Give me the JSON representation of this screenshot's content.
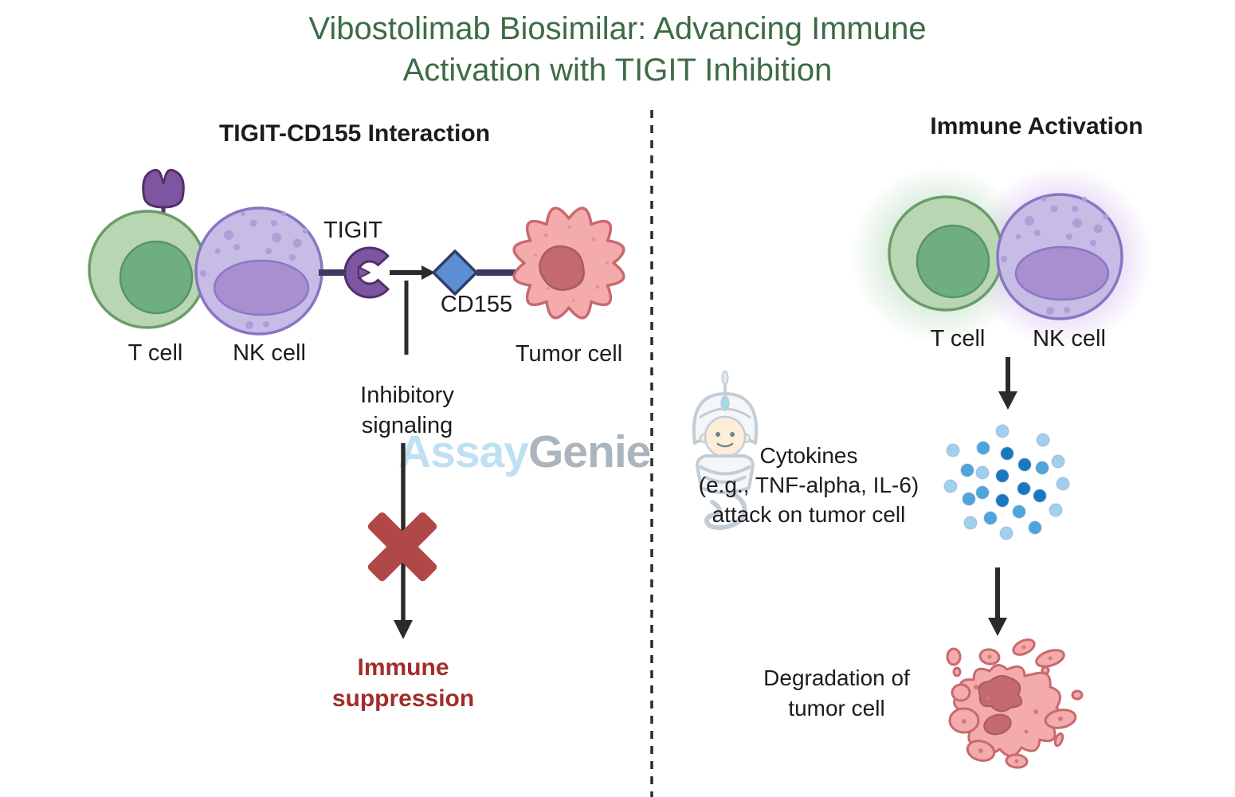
{
  "title": {
    "line1": "Vibostolimab Biosimilar: Advancing Immune",
    "line2": "Activation with TIGIT Inhibition"
  },
  "left_panel": {
    "heading": "TIGIT-CD155 Interaction",
    "receptor_label": "TIGIT",
    "ligand_label": "CD155",
    "t_cell_label": "T cell",
    "nk_cell_label": "NK cell",
    "tumor_cell_label": "Tumor cell",
    "signal_line1": "Inhibitory",
    "signal_line2": "signaling",
    "outcome_line1": "Immune",
    "outcome_line2": "suppression"
  },
  "right_panel": {
    "heading": "Immune Activation",
    "t_cell_label": "T cell",
    "nk_cell_label": "NK cell",
    "cytokines_line1": "Cytokines",
    "cytokines_line2": "(e.g., TNF-alpha, IL-6)",
    "cytokines_line3": "attack on tumor cell",
    "outcome_line1": "Degradation of",
    "outcome_line2": "tumor cell"
  },
  "watermark": {
    "brand_part1": "Assay",
    "brand_part2": "Genie"
  },
  "colors": {
    "title_green": "#3d6b45",
    "heading_black": "#1c1c1e",
    "suppression_red": "#a32b2b",
    "inhibit_x_red": "#b14848",
    "t_cell_fill": "#b9d6b3",
    "t_cell_border": "#6a9c6a",
    "t_cell_nucleus": "#6fae81",
    "nk_cell_fill": "#c6bce6",
    "nk_cell_border": "#8875c3",
    "nk_cell_nucleus": "#a78fd0",
    "receptor_purple": "#7d55a0",
    "connector_navy": "#3b3a63",
    "cd155_blue": "#5b8ed2",
    "tumor_fill": "#f4abab",
    "tumor_border": "#c8696f",
    "tumor_nucleus": "#c4696e",
    "cytokine_light": "#9fd0ee",
    "cytokine_medium": "#4da5dd",
    "cytokine_dark": "#1779bd",
    "watermark_blue": "#b9ddf2",
    "watermark_gray": "#a2aeb9",
    "glow_green": "#86c38c",
    "glow_purple": "#b289e1"
  }
}
